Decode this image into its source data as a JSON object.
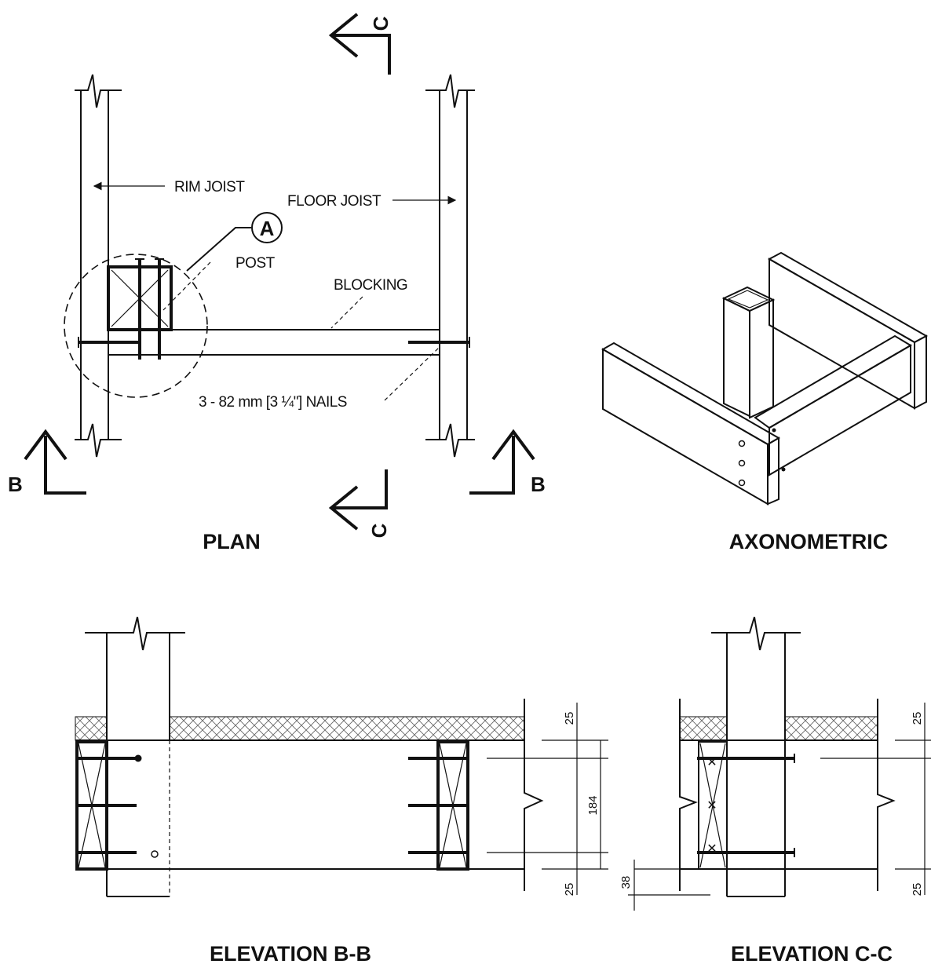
{
  "titles": {
    "plan": "PLAN",
    "axonometric": "AXONOMETRIC",
    "elevation_bb": "ELEVATION B-B",
    "elevation_cc": "ELEVATION C-C"
  },
  "labels": {
    "rim_joist": "RIM JOIST",
    "floor_joist": "FLOOR JOIST",
    "post": "POST",
    "blocking": "BLOCKING",
    "nails": "3 - 82 mm [3 ¼\"] NAILS",
    "detail_callout": "A"
  },
  "section_markers": {
    "b": "B",
    "c": "C"
  },
  "dimensions": {
    "top_sheathing": "25",
    "joist_depth": "184",
    "bottom_gap": "25",
    "offset": "38",
    "cc_top": "25",
    "cc_bottom": "25"
  }
}
